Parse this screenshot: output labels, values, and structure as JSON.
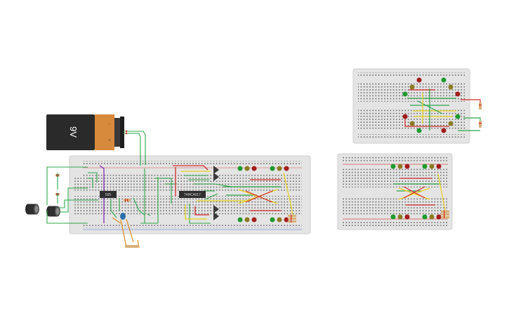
{
  "battery": {
    "label": "9V",
    "plus": "+",
    "minus": "−"
  },
  "chips": {
    "timer": "555",
    "counter": "74HC4017"
  },
  "colors": {
    "wire_green": "#2ea84a",
    "wire_red": "#d62a2a",
    "wire_yellow": "#e8d21c",
    "wire_orange": "#e08a1e",
    "wire_purple": "#8a3cb4",
    "led_green": "#1e9a2e",
    "led_olive": "#8a7a22",
    "led_red": "#a41c1c",
    "breadboard": "#e6e6e6",
    "battery_body": "#2a2a2a",
    "battery_copper": "#d88a3c"
  }
}
